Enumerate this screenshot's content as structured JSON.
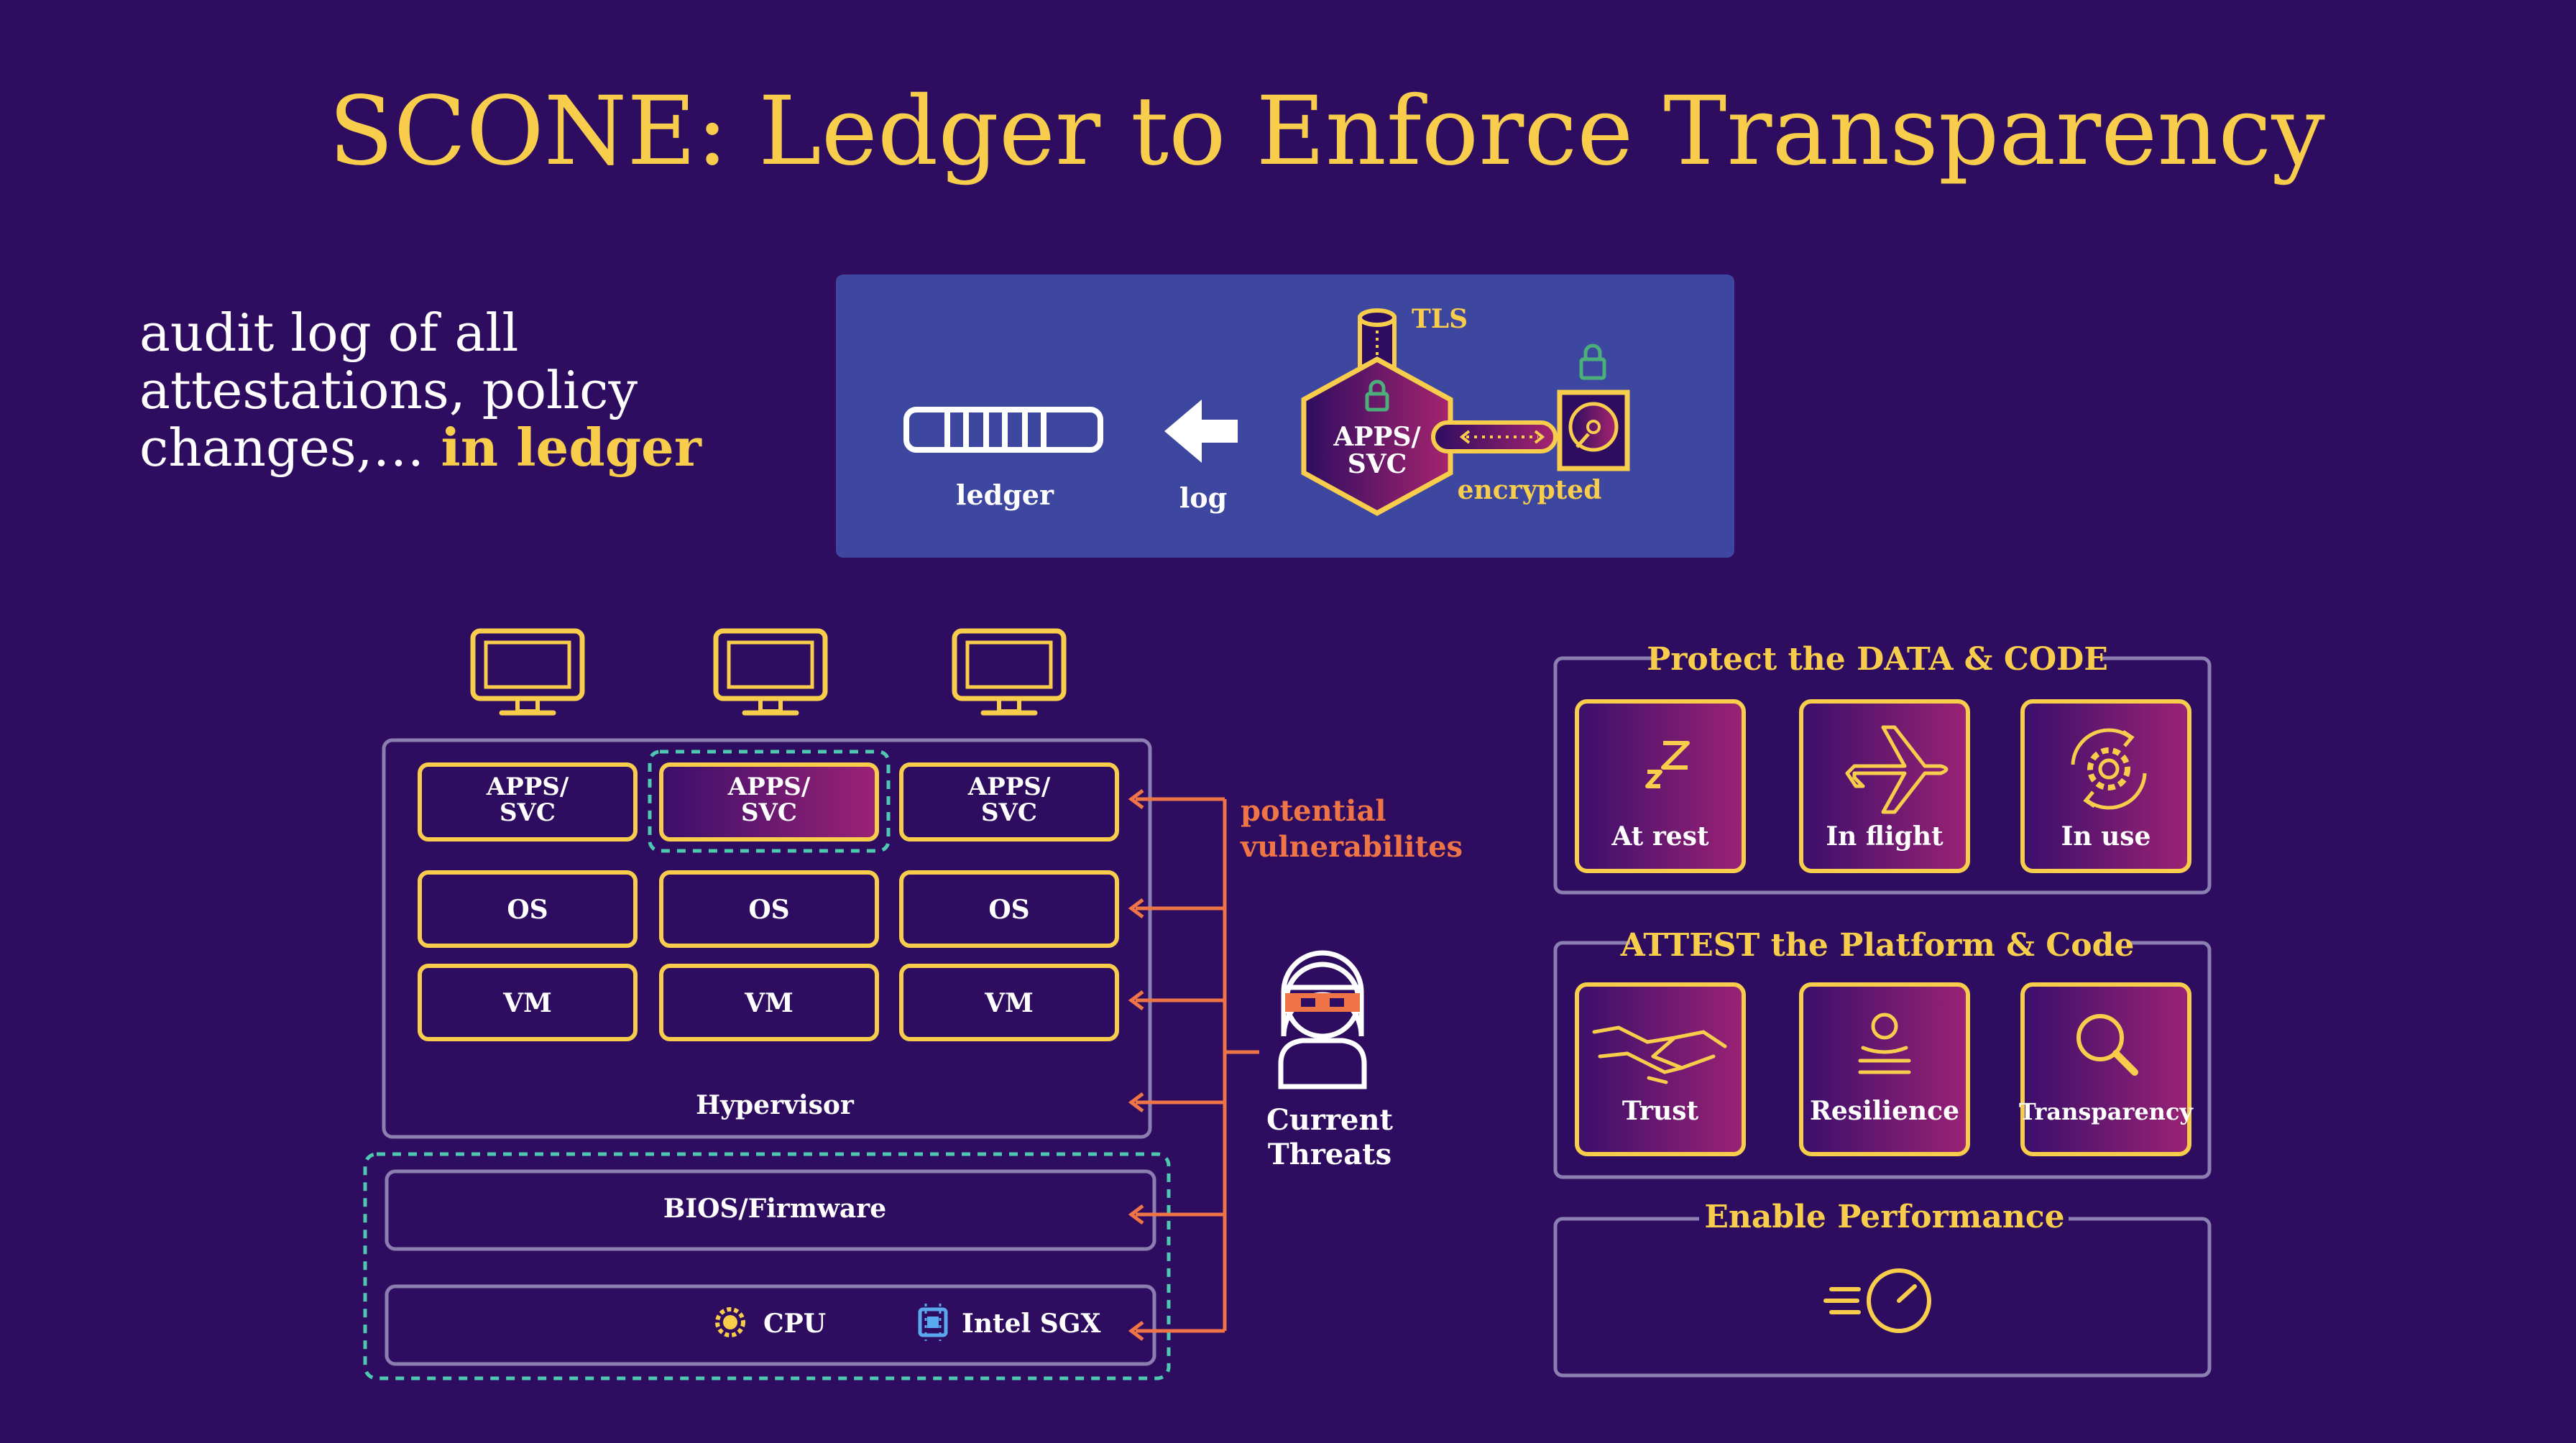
{
  "title": "SCONE: Ledger to Enforce Transparency",
  "intro": {
    "line1": "audit log of all",
    "line2": "attestations, policy",
    "line3_plain": "changes,… ",
    "line3_highlight": "in ledger"
  },
  "ledger_panel": {
    "ledger_label": "ledger",
    "log_label": "log",
    "tls_label": "TLS",
    "apps_line1": "APPS/",
    "apps_line2": "SVC",
    "encrypted_label": "encrypted"
  },
  "stack": {
    "columns": [
      {
        "apps1": "APPS/",
        "apps2": "SVC",
        "os": "OS",
        "vm": "VM",
        "protected": false
      },
      {
        "apps1": "APPS/",
        "apps2": "SVC",
        "os": "OS",
        "vm": "VM",
        "protected": true
      },
      {
        "apps1": "APPS/",
        "apps2": "SVC",
        "os": "OS",
        "vm": "VM",
        "protected": false
      }
    ],
    "hypervisor": "Hypervisor",
    "bios": "BIOS/Firmware",
    "cpu": "CPU",
    "sgx": "Intel SGX"
  },
  "threats": {
    "vuln_line1": "potential",
    "vuln_line2": "vulnerabilites",
    "label_line1": "Current",
    "label_line2": "Threats"
  },
  "protect": {
    "heading": "Protect the DATA & CODE",
    "items": [
      {
        "label": "At rest",
        "icon": "sleep-icon"
      },
      {
        "label": "In flight",
        "icon": "airplane-icon"
      },
      {
        "label": "In use",
        "icon": "gear-cycle-icon"
      }
    ]
  },
  "attest": {
    "heading": "ATTEST the Platform & Code",
    "items": [
      {
        "label": "Trust",
        "icon": "handshake-icon"
      },
      {
        "label": "Resilience",
        "icon": "resilience-icon"
      },
      {
        "label": "Transparency",
        "icon": "magnifier-icon"
      }
    ]
  },
  "performance": {
    "heading": "Enable Performance",
    "icon": "speedometer-icon"
  },
  "colors": {
    "background": "#2e0d61",
    "gold": "#f7cd4b",
    "panel": "#3e47a0",
    "orange": "#ef7446",
    "teal": "#4ec9b0",
    "frame": "#8a7fb0"
  }
}
